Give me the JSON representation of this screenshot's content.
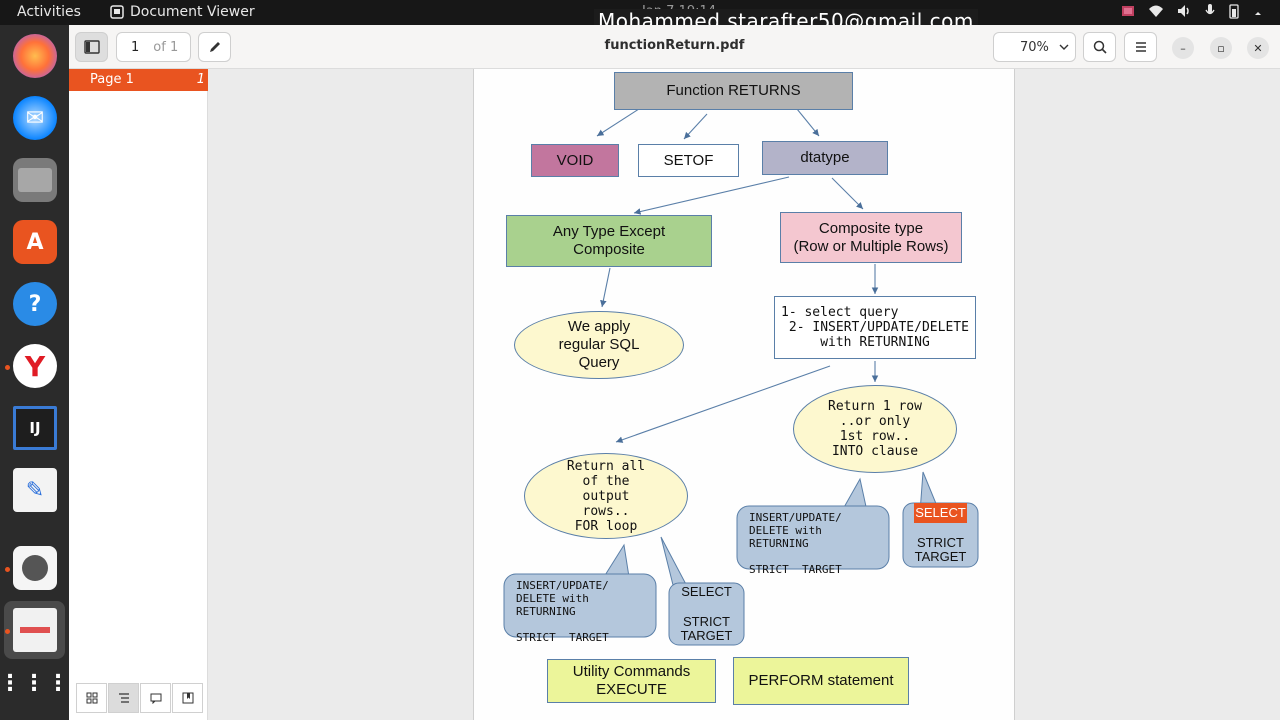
{
  "topbar": {
    "activities": "Activities",
    "app_name": "Document Viewer",
    "clock": "Jan 7  19:14",
    "watermark": "Mohammed starafter50@gmail.com"
  },
  "viewer": {
    "page_number": "1",
    "page_of": "of 1",
    "file_title": "functionReturn.pdf",
    "zoom": "70%"
  },
  "sidebar": {
    "page_label": "Page 1",
    "page_index": "1"
  },
  "diagram": {
    "root": "Function  RETURNS",
    "void": "VOID",
    "setof": "SETOF",
    "dtype": "dtatype",
    "any_type_line1": "Any Type Except",
    "any_type_line2": "Composite",
    "composite_line1": "Composite type",
    "composite_line2": "(Row or Multiple Rows)",
    "regular_line1": "We apply",
    "regular_line2": "regular SQL",
    "regular_line3": "Query",
    "query_line1": "1- select query",
    "query_line2": " 2- INSERT/UPDATE/DELETE",
    "query_line3": "with RETURNING",
    "return_one_line1": "Return 1 row",
    "return_one_line2": "..or only",
    "return_one_line3": "1st row..",
    "return_one_line4": "INTO clause",
    "return_all_line1": "Return all",
    "return_all_line2": "of the",
    "return_all_line3": "output",
    "return_all_line4": "rows..",
    "return_all_line5": "FOR loop",
    "callout_right_dml": "INSERT/UPDATE/\nDELETE with\nRETURNING\n\nSTRICT  TARGET",
    "callout_right_select": "SELECT",
    "callout_right_strict": "STRICT",
    "callout_right_target": "TARGET",
    "callout_left_dml": "INSERT/UPDATE/\nDELETE with\nRETURNING\n\nSTRICT  TARGET",
    "callout_left_select": "SELECT",
    "callout_left_strict": "STRICT",
    "callout_left_target": "TARGET",
    "utility_line1": "Utility Commands",
    "utility_line2": "EXECUTE",
    "perform": "PERFORM statement"
  },
  "colors": {
    "accent": "#e95420",
    "root_fill": "#b3b3b3",
    "void_fill": "#c2769e",
    "dtype_fill": "#b3b3c9",
    "anytype_fill": "#a9d18e",
    "composite_fill": "#f4c7d0",
    "ellipse_fill": "#fdf8cf",
    "callout_fill": "#b4c7dc",
    "bottom_fill": "#ecf59a"
  }
}
